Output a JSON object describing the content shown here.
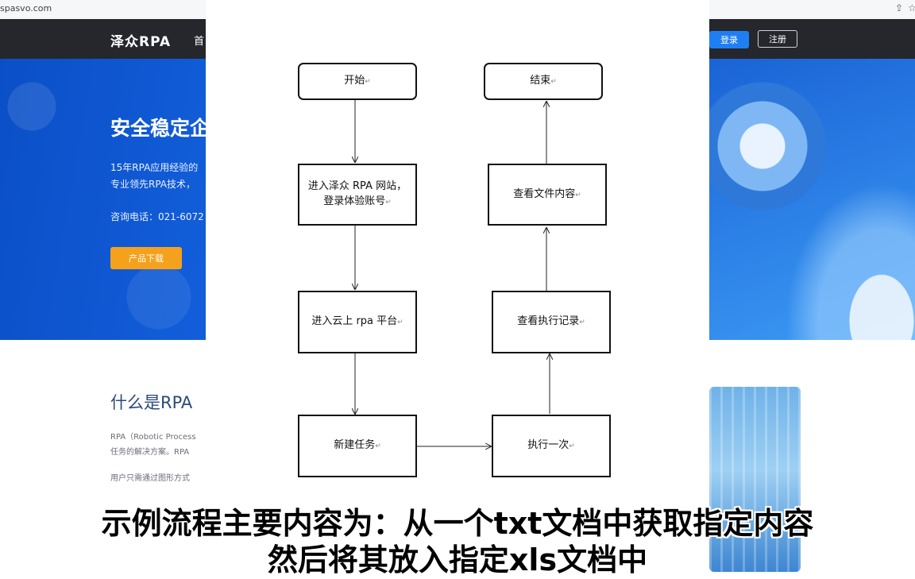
{
  "browser": {
    "url": "spasvo.com"
  },
  "navbar": {
    "logo": "泽众RPA",
    "home": "首",
    "login": "登录",
    "register": "注册"
  },
  "hero": {
    "title": "安全稳定企",
    "desc_line1": "15年RPA应用经验的",
    "desc_line2": "专业领先RPA技术，",
    "phone": "咨询电话：021-6072",
    "download": "产品下载"
  },
  "section": {
    "title": "什么是RPA",
    "text1": "RPA（Robotic Process",
    "text2": "任务的解决方案。RPA",
    "text3": "用户只需通过图形方式"
  },
  "flowchart": {
    "nodes": {
      "start": "开始",
      "enter_site_l1": "进入泽众 RPA 网站，",
      "enter_site_l2": "登录体验账号",
      "enter_cloud": "进入云上 rpa 平台",
      "new_task": "新建任务",
      "run_once": "执行一次",
      "view_log": "查看执行记录",
      "view_file": "查看文件内容",
      "end": "结束"
    },
    "return_mark": "↵"
  },
  "subtitles": {
    "line1": "示例流程主要内容为：从一个txt文档中获取指定内容",
    "line2": "然后将其放入指定xls文档中"
  },
  "colors": {
    "navbar_bg": "#25272d",
    "login_btn": "#1f7ff2",
    "download_btn": "#f6a11c",
    "hero_blue": "#1769e8"
  }
}
